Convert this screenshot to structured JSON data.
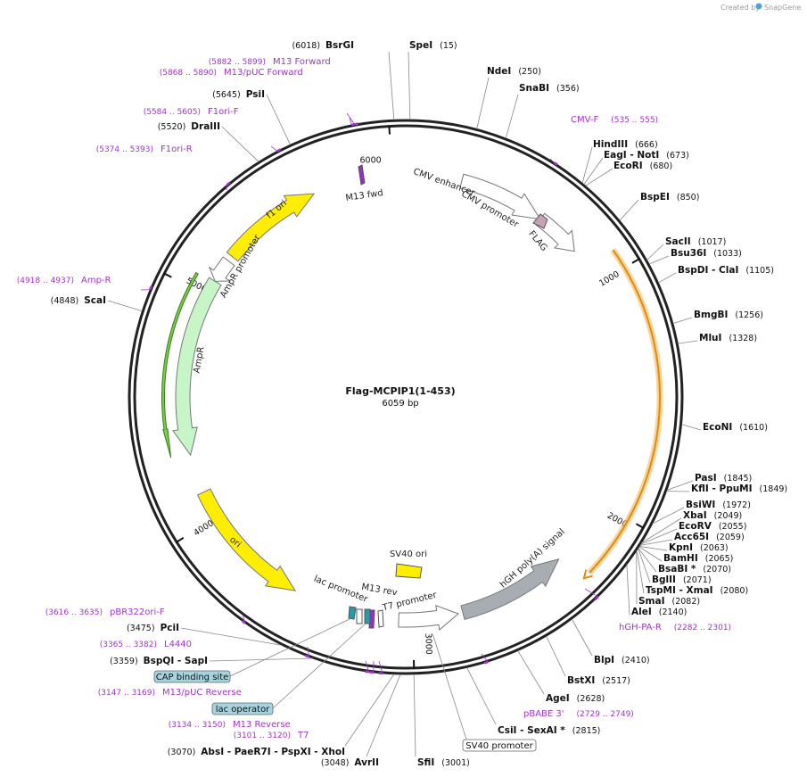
{
  "credit": {
    "text": "Created by",
    "brand": "SnapGene"
  },
  "plasmid": {
    "name": "Flag-MCPIP1(1-453)",
    "size": "6059 bp",
    "total_bp": 6059
  },
  "ticks": [
    {
      "bp": 6000,
      "label": "6000"
    },
    {
      "bp": 1000,
      "label": "1000"
    },
    {
      "bp": 2000,
      "label": "2000"
    },
    {
      "bp": 3000,
      "label": "3000"
    },
    {
      "bp": 4000,
      "label": "4000"
    },
    {
      "bp": 5000,
      "label": "5000"
    }
  ],
  "features": [
    {
      "name": "CMV enhancer",
      "start": 245,
      "end": 625,
      "dir": 1,
      "color": "#ffffff",
      "stroke": "#777777",
      "kind": "arrow"
    },
    {
      "name": "CMV promoter",
      "start": 625,
      "end": 828,
      "dir": 1,
      "color": "#ffffff",
      "stroke": "#777777",
      "kind": "arrow"
    },
    {
      "name": "FLAG",
      "start": 880,
      "end": 904,
      "dir": 1,
      "color": "#c8a0b4",
      "stroke": "#555555",
      "kind": "small"
    },
    {
      "name": "MCPIP1",
      "start": 920,
      "end": 2280,
      "dir": 1,
      "color": "#f2b24a",
      "stroke": "#e08a10",
      "kind": "thin"
    },
    {
      "name": "hGH poly(A) signal",
      "start": 2300,
      "end": 2780,
      "dir": -1,
      "color": "#a8adb3",
      "stroke": "#777777",
      "kind": "arrow"
    },
    {
      "name": "SV40 promoter",
      "start": 2800,
      "end": 3060,
      "dir": -1,
      "color": "#ffffff",
      "stroke": "#777777",
      "kind": "arrow"
    },
    {
      "name": "SV40 ori",
      "start": 3005,
      "end": 3085,
      "dir": 0,
      "color": "#ffee00",
      "stroke": "#777777",
      "kind": "box"
    },
    {
      "name": "T7 promoter",
      "start": 3100,
      "end": 3120,
      "dir": -1,
      "color": "#ffffff",
      "stroke": "#555555",
      "kind": "small"
    },
    {
      "name": "M13 rev",
      "start": 3134,
      "end": 3150,
      "dir": -1,
      "color": "#9a2cc8",
      "stroke": "#555555",
      "kind": "small"
    },
    {
      "name": "lac operator",
      "start": 3158,
      "end": 3175,
      "dir": 0,
      "color": "#2a9aa8",
      "stroke": "#555555",
      "kind": "small"
    },
    {
      "name": "lac promoter",
      "start": 3183,
      "end": 3214,
      "dir": -1,
      "color": "#ffffff",
      "stroke": "#555555",
      "kind": "small"
    },
    {
      "name": "CAP binding site",
      "start": 3228,
      "end": 3250,
      "dir": 0,
      "color": "#2a9aa8",
      "stroke": "#555555",
      "kind": "small"
    },
    {
      "name": "ori",
      "start": 3530,
      "end": 4120,
      "dir": -1,
      "color": "#ffee00",
      "stroke": "#777777",
      "kind": "arrow"
    },
    {
      "name": "AmpR",
      "start": 4290,
      "end": 5070,
      "dir": -1,
      "color": "#c8f5c8",
      "stroke": "#777777",
      "kind": "arrow"
    },
    {
      "name": "AmpR promoter",
      "start": 5070,
      "end": 5175,
      "dir": -1,
      "color": "#ffffff",
      "stroke": "#777777",
      "kind": "arrow"
    },
    {
      "name": "f1 ori",
      "start": 5200,
      "end": 5650,
      "dir": 1,
      "color": "#ffee00",
      "stroke": "#777777",
      "kind": "arrow"
    },
    {
      "name": "M13 fwd",
      "start": 5868,
      "end": 5890,
      "dir": 1,
      "color": "#9a2cc8",
      "stroke": "#555555",
      "kind": "small"
    }
  ],
  "site_labels": [
    {
      "name": "BsrGI",
      "pos": "(6018)",
      "pos_left": true
    },
    {
      "name": "SpeI",
      "pos": "(15)"
    },
    {
      "name": "NdeI",
      "pos": "(250)"
    },
    {
      "name": "SnaBI",
      "pos": "(356)"
    },
    {
      "name": "HindIII",
      "pos": "(666)"
    },
    {
      "name": "EagI  - NotI",
      "pos": "(673)"
    },
    {
      "name": "EcoRI",
      "pos": "(680)"
    },
    {
      "name": "BspEI",
      "pos": "(850)"
    },
    {
      "name": "SacII",
      "pos": "(1017)"
    },
    {
      "name": "Bsu36I",
      "pos": "(1033)"
    },
    {
      "name": "BspDI  - ClaI",
      "pos": "(1105)"
    },
    {
      "name": "BmgBI",
      "pos": "(1256)"
    },
    {
      "name": "MluI",
      "pos": "(1328)"
    },
    {
      "name": "EcoNI",
      "pos": "(1610)"
    },
    {
      "name": "PasI",
      "pos": "(1845)"
    },
    {
      "name": "KflI  - PpuMI",
      "pos": "(1849)"
    },
    {
      "name": "BsiWI",
      "pos": "(1972)"
    },
    {
      "name": "XbaI",
      "pos": "(2049)"
    },
    {
      "name": "EcoRV",
      "pos": "(2055)"
    },
    {
      "name": "Acc65I",
      "pos": "(2059)"
    },
    {
      "name": "KpnI",
      "pos": "(2063)"
    },
    {
      "name": "BamHI",
      "pos": "(2065)"
    },
    {
      "name": "BsaBI *",
      "pos": "(2070)"
    },
    {
      "name": "BglII",
      "pos": "(2071)"
    },
    {
      "name": "TspMI  - XmaI",
      "pos": "(2080)"
    },
    {
      "name": "SmaI",
      "pos": "(2082)"
    },
    {
      "name": "AleI",
      "pos": "(2140)"
    },
    {
      "name": "BlpI",
      "pos": "(2410)"
    },
    {
      "name": "BstXI",
      "pos": "(2517)"
    },
    {
      "name": "AgeI",
      "pos": "(2628)"
    },
    {
      "name": "CsiI  - SexAI *",
      "pos": "(2815)"
    },
    {
      "name": "SfiI",
      "pos": "(3001)"
    },
    {
      "name": "AvrII",
      "pos": "(3048)",
      "pos_left": true
    },
    {
      "name": "AbsI  - PaeR7I  - PspXI  - XhoI",
      "pos": "(3070)",
      "pos_left": true
    },
    {
      "name": "BspQI  - SapI",
      "pos": "(3359)",
      "pos_left": true
    },
    {
      "name": "PciI",
      "pos": "(3475)",
      "pos_left": true
    },
    {
      "name": "ScaI",
      "pos": "(4848)",
      "pos_left": true
    },
    {
      "name": "DraIII",
      "pos": "(5520)",
      "pos_left": true
    },
    {
      "name": "PsiI",
      "pos": "(5645)",
      "pos_left": true
    }
  ],
  "primer_labels": [
    {
      "name": "M13 Forward",
      "pos": "(5882 .. 5899)"
    },
    {
      "name": "M13/pUC Forward",
      "pos": "(5868 .. 5890)"
    },
    {
      "name": "F1ori-F",
      "pos": "(5584 .. 5605)"
    },
    {
      "name": "F1ori-R",
      "pos": "(5374 .. 5393)"
    },
    {
      "name": "Amp-R",
      "pos": "(4918 .. 4937)"
    },
    {
      "name": "CMV-F",
      "pos": "(535 .. 555)",
      "pos_after": true
    },
    {
      "name": "hGH-PA-R",
      "pos": "(2282 .. 2301)",
      "pos_after": true
    },
    {
      "name": "pBABE 3'",
      "pos": "(2729 .. 2749)",
      "pos_after": true
    },
    {
      "name": "pBR322ori-F",
      "pos": "(3616 .. 3635)"
    },
    {
      "name": "L4440",
      "pos": "(3365 .. 3382)"
    },
    {
      "name": "M13/pUC Reverse",
      "pos": "(3147 .. 3169)"
    },
    {
      "name": "M13 Reverse",
      "pos": "(3134 .. 3150)"
    },
    {
      "name": "T7",
      "pos": "(3101 .. 3120)"
    }
  ],
  "boxed_labels": [
    {
      "name": "CAP binding site"
    },
    {
      "name": "lac operator"
    },
    {
      "name": "SV40 promoter"
    }
  ],
  "colors": {
    "backbone": "#222222",
    "primer": "#a034c8",
    "cap_box": "#a6d3de",
    "orf_outline": "#e8a43c"
  }
}
